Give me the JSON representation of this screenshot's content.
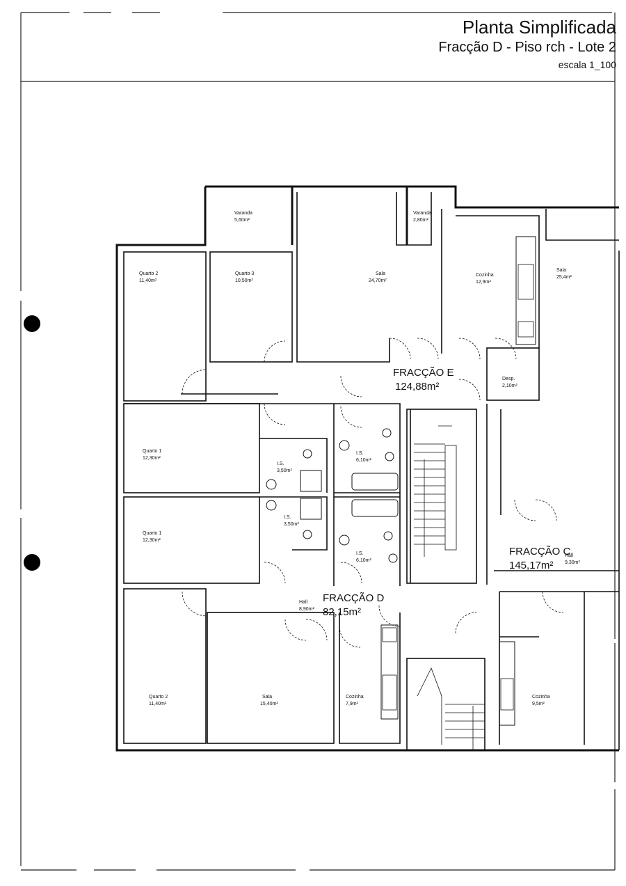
{
  "title": {
    "main": "Planta Simplificada",
    "sub": "Fracção D - Piso rch - Lote 2",
    "scale": "escala 1_100"
  },
  "fractions": [
    {
      "id": "e",
      "name": "FRACÇÃO E",
      "area": "124,88m²"
    },
    {
      "id": "d",
      "name": "FRACÇÃO D",
      "area": "82,15m²"
    },
    {
      "id": "c",
      "name": "FRACÇÃO C",
      "area": "145,17m²"
    }
  ],
  "rooms": [
    {
      "id": "varanda-1",
      "name": "Varanda",
      "area": "5,60m²"
    },
    {
      "id": "varanda-2",
      "name": "Varanda",
      "area": "2,80m²"
    },
    {
      "id": "quarto2-top",
      "name": "Quarto 2",
      "area": "11,40m²"
    },
    {
      "id": "quarto3",
      "name": "Quarto 3",
      "area": "10,50m²"
    },
    {
      "id": "sala-top",
      "name": "Sala",
      "area": "24,70m²"
    },
    {
      "id": "cozinha-top",
      "name": "Cozinha",
      "area": "12,9m²"
    },
    {
      "id": "sala-right",
      "name": "Sala",
      "area": "25,4m²"
    },
    {
      "id": "desp",
      "name": "Desp.",
      "area": "2,10m²"
    },
    {
      "id": "quarto1-top",
      "name": "Quarto 1",
      "area": "12,30m²"
    },
    {
      "id": "is-upper-left",
      "name": "I.S.",
      "area": "3,50m²"
    },
    {
      "id": "is-upper-right",
      "name": "I.S.",
      "area": "6,10m²"
    },
    {
      "id": "quarto1-bottom",
      "name": "Quarto 1",
      "area": "12,30m²"
    },
    {
      "id": "is-lower-left",
      "name": "I.S.",
      "area": "3,50m²"
    },
    {
      "id": "is-lower-right",
      "name": "I.S.",
      "area": "6,10m²"
    },
    {
      "id": "hall-c",
      "name": "Hall",
      "area": "9,30m²"
    },
    {
      "id": "hall-d",
      "name": "Hall",
      "area": "8,90m²"
    },
    {
      "id": "quarto2-bottom",
      "name": "Quarto 2",
      "area": "11,40m²"
    },
    {
      "id": "sala-bottom",
      "name": "Sala",
      "area": "15,40m²"
    },
    {
      "id": "cozinha-bottom",
      "name": "Cozinha",
      "area": "7,9m²"
    },
    {
      "id": "cozinha-right",
      "name": "Cozinha",
      "area": "9,5m²"
    }
  ]
}
